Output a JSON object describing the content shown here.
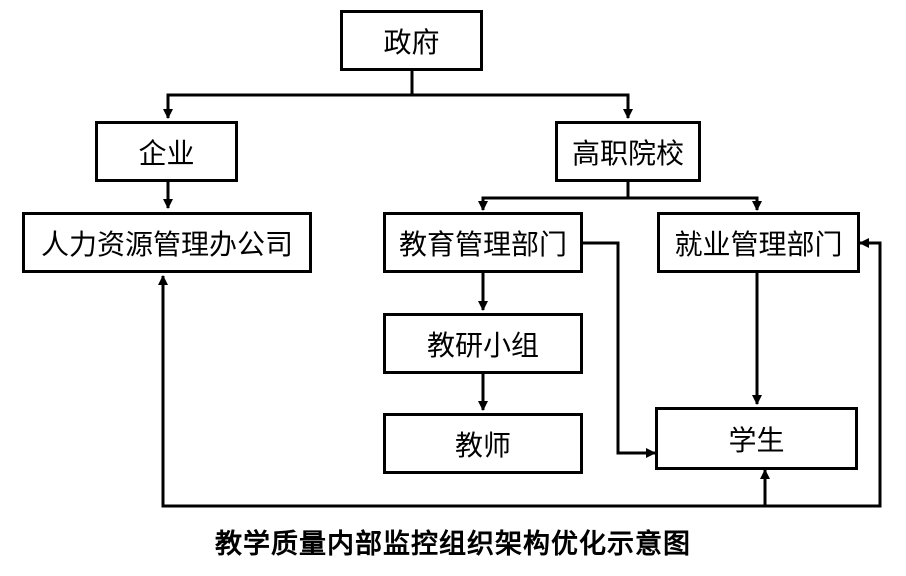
{
  "diagram": {
    "nodes": {
      "government": "政府",
      "enterprise": "企业",
      "vocational_college": "高职院校",
      "hr_office": "人力资源管理办公司",
      "education_dept": "教育管理部门",
      "employment_dept": "就业管理部门",
      "teaching_group": "教研小组",
      "teacher": "教师",
      "student": "学生"
    },
    "edges": [
      {
        "from": "government",
        "to": "enterprise"
      },
      {
        "from": "government",
        "to": "vocational_college"
      },
      {
        "from": "enterprise",
        "to": "hr_office"
      },
      {
        "from": "vocational_college",
        "to": "education_dept"
      },
      {
        "from": "vocational_college",
        "to": "employment_dept"
      },
      {
        "from": "education_dept",
        "to": "teaching_group"
      },
      {
        "from": "teaching_group",
        "to": "teacher"
      },
      {
        "from": "education_dept",
        "to": "student"
      },
      {
        "from": "employment_dept",
        "to": "student"
      },
      {
        "from": "student",
        "to": "hr_office"
      },
      {
        "from": "student",
        "to": "employment_dept"
      }
    ],
    "caption": "教学质量内部监控组织架构优化示意图"
  }
}
